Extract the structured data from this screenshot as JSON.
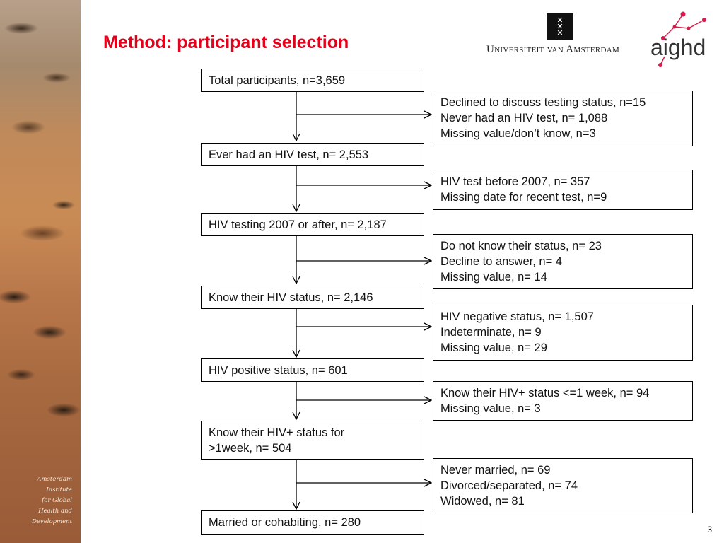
{
  "title": "Method: participant selection",
  "university": "Universiteit van Amsterdam",
  "aighd_logo_text": "aighd",
  "side_caption": [
    "Amsterdam",
    "Institute",
    "for Global",
    "Health and",
    "Development"
  ],
  "page_number": "3",
  "colors": {
    "title": "#e2001a",
    "logo_accent": "#d81b4a",
    "box_border": "#000000"
  },
  "main_boxes": [
    {
      "lines": [
        "Total participants, n=3,659"
      ]
    },
    {
      "lines": [
        "Ever had an HIV test, n= 2,553"
      ]
    },
    {
      "lines": [
        "HIV testing 2007 or after, n= 2,187"
      ]
    },
    {
      "lines": [
        "Know their HIV status, n= 2,146"
      ]
    },
    {
      "lines": [
        "HIV positive status, n= 601"
      ]
    },
    {
      "lines": [
        "Know their HIV+ status for",
        ">1week, n= 504"
      ]
    },
    {
      "lines": [
        "Married or cohabiting, n= 280"
      ]
    }
  ],
  "exclusion_boxes": [
    {
      "lines": [
        "Declined to discuss testing status, n=15",
        "Never had an HIV test, n= 1,088",
        "Missing value/don’t know, n=3"
      ]
    },
    {
      "lines": [
        "HIV test before 2007, n= 357",
        "Missing date for recent test, n=9"
      ]
    },
    {
      "lines": [
        "Do not know their status, n= 23",
        "Decline to answer, n= 4",
        "Missing value, n= 14"
      ]
    },
    {
      "lines": [
        "HIV negative status, n= 1,507",
        "Indeterminate, n= 9",
        "Missing value, n= 29"
      ]
    },
    {
      "lines": [
        "Know their HIV+ status <=1 week, n= 94",
        "Missing value, n= 3"
      ]
    },
    {
      "lines": [
        "Never married, n= 69",
        "Divorced/separated, n= 74",
        "Widowed, n= 81"
      ]
    }
  ]
}
